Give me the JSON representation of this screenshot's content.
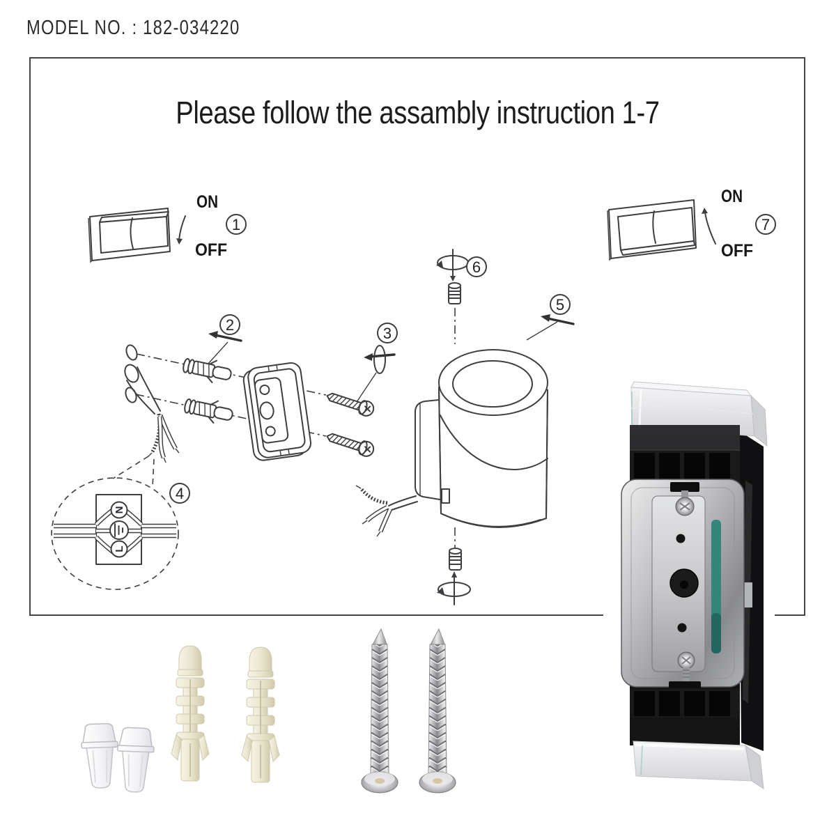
{
  "page": {
    "model_label": "MODEL NO. : 182-034220"
  },
  "panel": {
    "title": "Please follow the assambly instruction 1-7",
    "steps": [
      {
        "number": "1",
        "on": "ON",
        "off": "OFF"
      },
      {
        "number": "2"
      },
      {
        "number": "3"
      },
      {
        "number": "4"
      },
      {
        "number": "5"
      },
      {
        "number": "6"
      },
      {
        "number": "7",
        "on": "ON",
        "off": "OFF"
      }
    ],
    "wiring_terminals": {
      "top": "N",
      "bottom": "L"
    }
  },
  "hardware": {
    "wire_connectors": {
      "icon": "wire-connector",
      "quantity": 2
    },
    "wall_anchors": {
      "icon": "wall-anchor",
      "quantity": 2
    },
    "mounting_screws": {
      "icon": "mounting-screw",
      "quantity": 2
    },
    "product_photo": {
      "icon": "wall-light-back-view"
    }
  },
  "icons": {
    "rotation": "screw-rotation-arrow",
    "insert": "insert-direction-arrow",
    "toggle_down": "switch-toggle-arrow-down",
    "toggle_up": "switch-toggle-arrow-up",
    "ground": "earth-ground-symbol"
  },
  "colors": {
    "line_art": "#3e3e42",
    "text": "#1d1d20",
    "frame_border": "#454548",
    "anchor_cream": "#e9e4cd",
    "screw_silver": "#c6c7c9",
    "product_black": "#141415",
    "plate_teal": "#35857a"
  }
}
